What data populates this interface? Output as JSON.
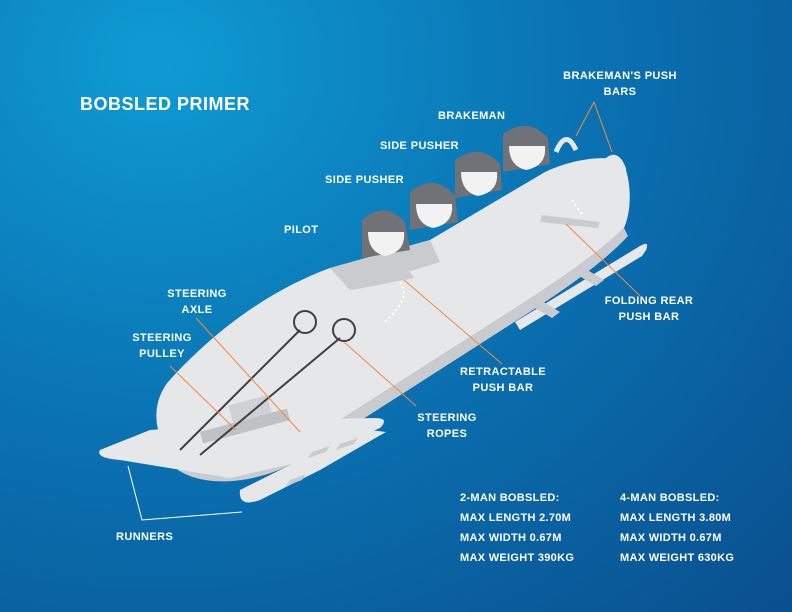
{
  "title": "BOBSLED PRIMER",
  "labels": {
    "brakemans_push_bars": [
      "BRAKEMAN'S PUSH",
      "BARS"
    ],
    "brakeman": "BRAKEMAN",
    "side_pusher_1": "SIDE PUSHER",
    "side_pusher_2": "SIDE PUSHER",
    "pilot": "PILOT",
    "steering_axle": [
      "STEERING",
      "AXLE"
    ],
    "steering_pulley": [
      "STEERING",
      "PULLEY"
    ],
    "folding_rear_push_bar": [
      "FOLDING REAR",
      "PUSH BAR"
    ],
    "retractable_push_bar": [
      "RETRACTABLE",
      "PUSH BAR"
    ],
    "steering_ropes": [
      "STEERING",
      "ROPES"
    ],
    "runners": "RUNNERS"
  },
  "specs": {
    "two_man": {
      "heading": "2-MAN BOBSLED:",
      "length": "MAX LENGTH 2.70M",
      "width": "MAX WIDTH 0.67M",
      "weight": "MAX WEIGHT 390KG"
    },
    "four_man": {
      "heading": "4-MAN BOBSLED:",
      "length": "MAX LENGTH 3.80M",
      "width": "MAX WIDTH 0.67M",
      "weight": "MAX WEIGHT 630KG"
    }
  },
  "colors": {
    "sled": "#e6e7e9",
    "sled_shade": "#c9cbce",
    "helmet": "#707277",
    "visor": "#f2f2f2",
    "leader": "#f28a3c"
  }
}
